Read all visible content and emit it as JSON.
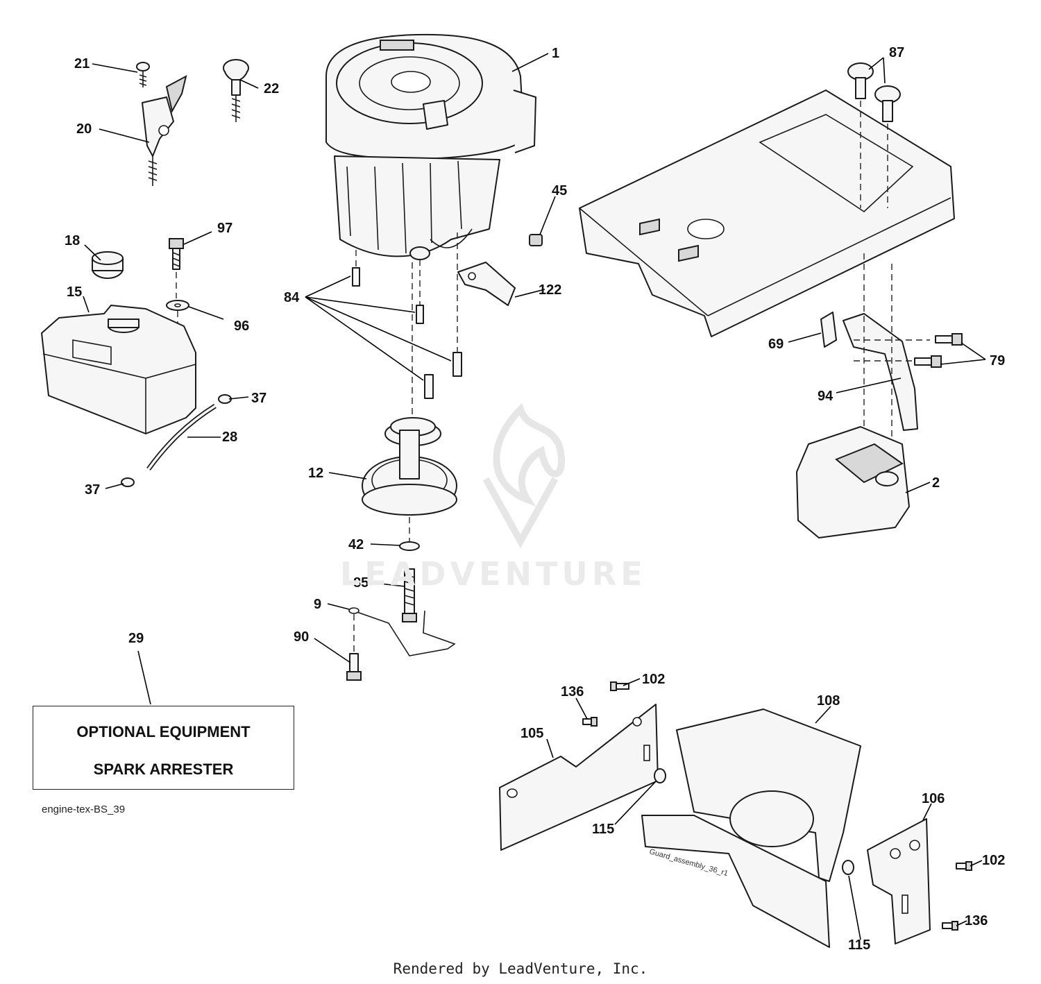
{
  "diagram_code": "engine-tex-BS_39",
  "optional_box": {
    "callout": "29",
    "line1": "OPTIONAL EQUIPMENT",
    "line2": "SPARK ARRESTER"
  },
  "watermark": "LEADVENTURE",
  "footer": "Rendered by LeadVenture, Inc.",
  "guard_stamp": "Guard_assembly_36_r1",
  "callouts": {
    "engine": "1",
    "muffler": "2",
    "bracket": "9",
    "pulley": "12",
    "fuel_tank": "15",
    "fuel_cap": "18",
    "throttle_control": "20",
    "throttle_screw": "21",
    "choke_knob": "22",
    "fuel_line": "28",
    "clamp_upper": "37",
    "clamp_lower": "37",
    "washer_42": "42",
    "engine_mount_bolts": "84",
    "pulley_bolt": "85",
    "frame_nuts": "87",
    "bracket_bolt": "90",
    "exhaust_pipe": "94",
    "washer_96": "96",
    "tank_bolt": "97",
    "locknut": "45",
    "gasket": "69",
    "exhaust_bolts": "79",
    "dipstick_tube": "122",
    "guard_left": "105",
    "guard_right": "106",
    "guard": "108",
    "washer_left": "115",
    "washer_right": "115",
    "screw_top": "102",
    "screw_right": "102",
    "screw_top_136": "136",
    "screw_right_136": "136"
  },
  "colors": {
    "ink": "#1a1a1a",
    "paper": "#ffffff",
    "watermark": "#ebebeb"
  }
}
